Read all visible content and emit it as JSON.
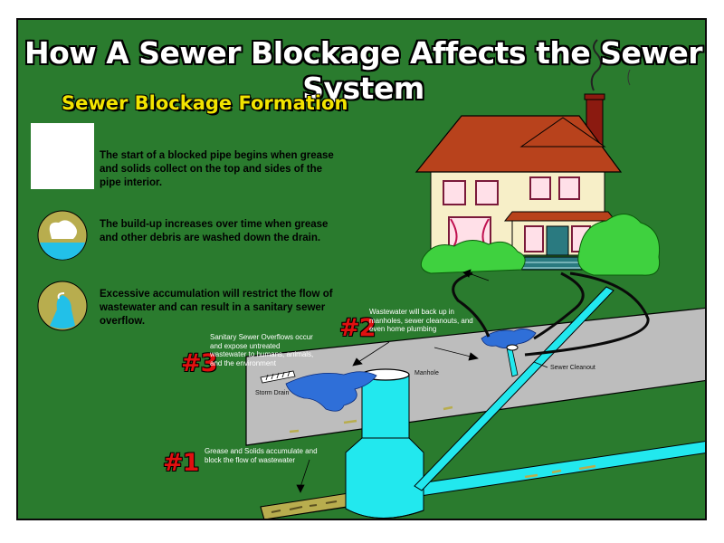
{
  "title": "How A Sewer Blockage Affects the Sewer System",
  "subtitle": "Sewer Blockage Formation",
  "stages": [
    {
      "text": "The start of a blocked pipe begins when grease and solids collect on the top and sides of the pipe interior."
    },
    {
      "text": "The build-up increases over time when grease and other debris are washed down the drain."
    },
    {
      "text": "Excessive accumulation will restrict the flow of wastewater and can result in a sanitary sewer overflow."
    }
  ],
  "callouts": {
    "n1": {
      "number": "#1",
      "text": "Grease and Solids accumulate and block the flow of wastewater"
    },
    "n2": {
      "number": "#2",
      "text": "Wastewater will back up in manholes, sewer cleanouts, and even home plumbing"
    },
    "n3": {
      "number": "#3",
      "text": "Sanitary Sewer Overflows occur and expose untreated wastewater to humans, animals, and the environment"
    }
  },
  "labels": {
    "manhole": "Manhole",
    "storm_drain": "Storm Drain",
    "sewer_cleanout": "Sewer Cleanout"
  },
  "colors": {
    "background": "#2a7b2e",
    "title_text": "#ffffff",
    "subtitle_text": "#f2e400",
    "number_red": "#e01010",
    "water": "#22e8ee",
    "overflow_blue": "#2f6fd8",
    "street": "#bdbdbd",
    "grease": "#b8ad4e",
    "house_wall": "#f7efc8",
    "roof": "#b8421c"
  }
}
